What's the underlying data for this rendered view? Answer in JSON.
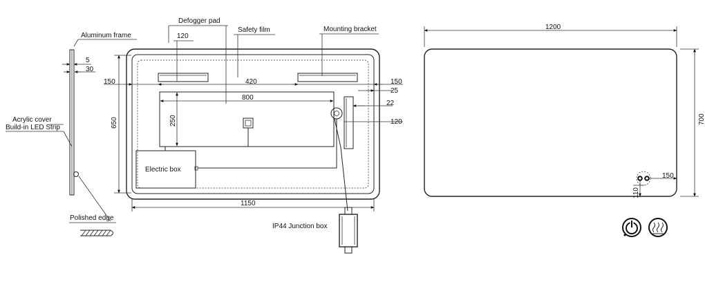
{
  "labels": {
    "aluminum_frame": "Aluminum frame",
    "defogger_pad": "Defogger pad",
    "safety_film": "Safety film",
    "mounting_bracket": "Mounting bracket",
    "acrylic_cover": "Acrylic cover",
    "led_strip": "Build-in LED Strip",
    "electric_box": "Electric box",
    "polished_edge": "Polished edge",
    "junction_box": "IP44 Junction box"
  },
  "side_view": {
    "dim_5": "5",
    "dim_30": "30"
  },
  "back_view": {
    "dim_120_top": "120",
    "dim_420": "420",
    "dim_150_left": "150",
    "dim_150_right": "150",
    "dim_800": "800",
    "dim_25": "25",
    "dim_22": "22",
    "dim_650": "650",
    "dim_250": "250",
    "dim_120_right": "120",
    "dim_1150": "1150"
  },
  "front_view": {
    "dim_1200": "1200",
    "dim_700": "700",
    "dim_150": "150",
    "dim_110": "110"
  },
  "icons": [
    "power-touch-icon",
    "defog-heat-icon"
  ]
}
